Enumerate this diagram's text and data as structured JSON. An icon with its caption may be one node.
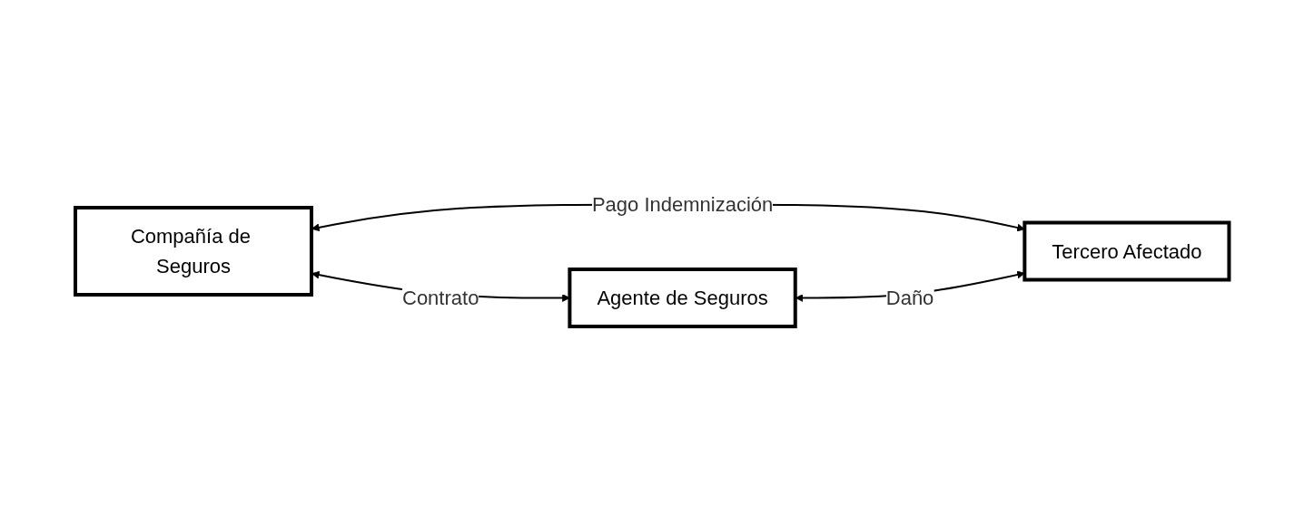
{
  "diagram": {
    "nodes": [
      {
        "text": [
          "Agente de Seguros"
        ]
      },
      {
        "text": [
          "Compañía de Seguros"
        ]
      },
      {
        "text": [
          "Tercero Afectado"
        ]
      }
    ],
    "edges": [
      {
        "from": 1,
        "to": 0,
        "arrow": "both",
        "label": "Contrato"
      },
      {
        "from": 1,
        "to": 2,
        "arrow": "both",
        "label": "Pago Indemnización"
      },
      {
        "from": 0,
        "to": 2,
        "arrow": "both",
        "label": "Daño"
      }
    ]
  }
}
